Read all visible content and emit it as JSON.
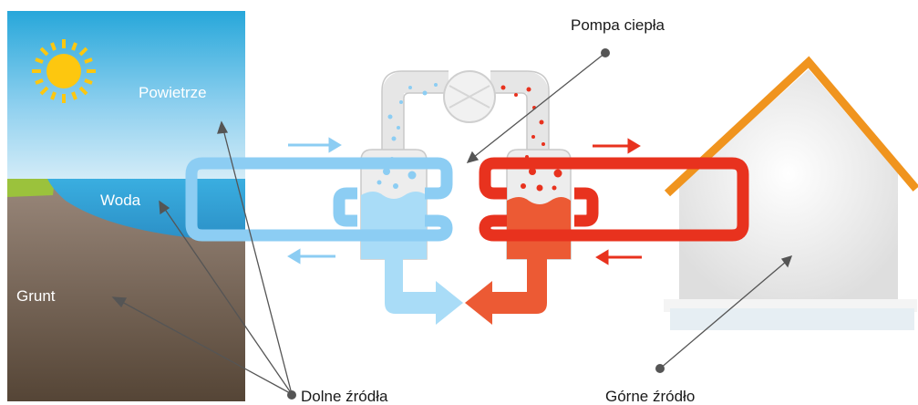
{
  "labels": {
    "air": "Powietrze",
    "water": "Woda",
    "ground": "Grunt",
    "heat_pump": "Pompa ciepła",
    "lower_sources": "Dolne źródła",
    "upper_source": "Górne źródło"
  },
  "colors": {
    "cold_loop": "#8ccdf3",
    "hot_loop": "#e8321e",
    "roof": "#f0941e",
    "pointer": "#555555",
    "sky_top": "#27a7da",
    "ground": "#8e7a6c"
  },
  "icons": [
    "sun-icon",
    "compressor-icon",
    "flow-arrow-icon"
  ]
}
